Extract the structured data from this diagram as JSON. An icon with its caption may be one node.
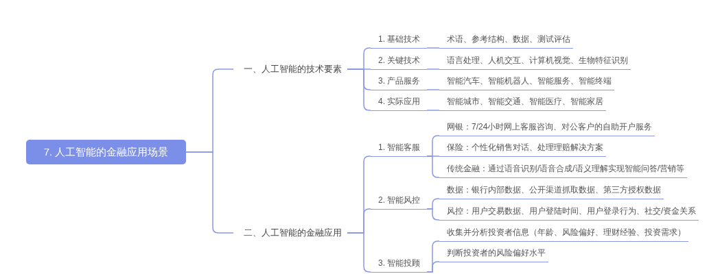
{
  "diagram": {
    "nodes": [
      {
        "text": [
          "7. 人工智能的金融应用场景"
        ]
      },
      {
        "text": [
          "一、人工智能的技术要素"
        ]
      },
      {
        "text": [
          "1. 基础技术"
        ]
      },
      {
        "text": [
          "术语、参考结构、数据、测试评估"
        ]
      },
      {
        "text": [
          "2. 关键技术"
        ]
      },
      {
        "text": [
          "语言处理、人机交互、计算机视觉、生物特征识别"
        ]
      },
      {
        "text": [
          "3. 产品服务"
        ]
      },
      {
        "text": [
          "智能汽车、智能机器人、智能服务、智能终端"
        ]
      },
      {
        "text": [
          "4. 实际应用"
        ]
      },
      {
        "text": [
          "智能城市、智能交通、智能医疗、智能家居"
        ]
      },
      {
        "text": [
          "二、人工智能的金融应用"
        ]
      },
      {
        "text": [
          "1. 智能客服"
        ]
      },
      {
        "text": [
          "网银：7/24小时网上客服咨询、对公客户的自助开户服务"
        ]
      },
      {
        "text": [
          "保险：个性化销售对话、处理理赔解决方案"
        ]
      },
      {
        "text": [
          "传统金融：通过语音识别/语音合成/语义理解实现智能问答/营销等"
        ]
      },
      {
        "text": [
          "2. 智能风控"
        ]
      },
      {
        "text": [
          "数据：银行内部数据、公开渠道抓取数据、第三方授权数据"
        ]
      },
      {
        "text": [
          "风控：用户交易数据、用户登陆时间、用户登录行为、社交/资金关系"
        ]
      },
      {
        "text": [
          "3. 智能投顾"
        ]
      },
      {
        "text": [
          "收集并分析投资者信息（年龄、风险偏好、理财经验、投资需求）"
        ]
      },
      {
        "text": [
          "判断投资者的风险偏好水平"
        ]
      }
    ],
    "edges": [
      {
        "from": 0,
        "to": 1,
        "arrow": "none"
      },
      {
        "from": 0,
        "to": 10,
        "arrow": "none"
      },
      {
        "from": 1,
        "to": 2,
        "arrow": "none"
      },
      {
        "from": 1,
        "to": 4,
        "arrow": "none"
      },
      {
        "from": 1,
        "to": 6,
        "arrow": "none"
      },
      {
        "from": 1,
        "to": 8,
        "arrow": "none"
      },
      {
        "from": 2,
        "to": 3,
        "arrow": "none"
      },
      {
        "from": 4,
        "to": 5,
        "arrow": "none"
      },
      {
        "from": 6,
        "to": 7,
        "arrow": "none"
      },
      {
        "from": 8,
        "to": 9,
        "arrow": "none"
      },
      {
        "from": 10,
        "to": 11,
        "arrow": "none"
      },
      {
        "from": 10,
        "to": 15,
        "arrow": "none"
      },
      {
        "from": 10,
        "to": 18,
        "arrow": "none"
      },
      {
        "from": 11,
        "to": 12,
        "arrow": "none"
      },
      {
        "from": 11,
        "to": 13,
        "arrow": "none"
      },
      {
        "from": 11,
        "to": 14,
        "arrow": "none"
      },
      {
        "from": 15,
        "to": 16,
        "arrow": "none"
      },
      {
        "from": 15,
        "to": 17,
        "arrow": "none"
      },
      {
        "from": 18,
        "to": 19,
        "arrow": "none"
      },
      {
        "from": 18,
        "to": 20,
        "arrow": "none"
      }
    ]
  }
}
